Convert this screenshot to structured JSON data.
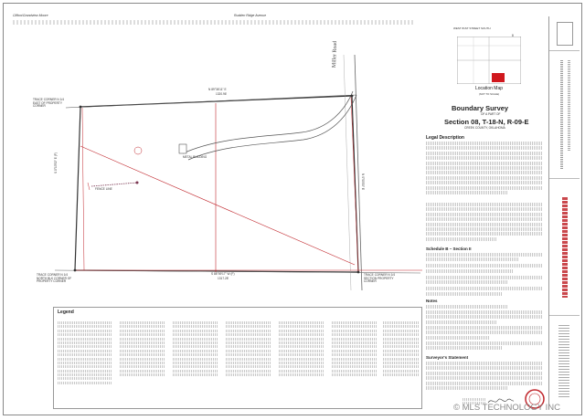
{
  "header": {
    "left_label": "Clifton/Grandview Moore",
    "center_label": "Rudden Ridge Avenue"
  },
  "location_map": {
    "road_top": "WEST 81ST STREET SOUTH",
    "section_num": "8",
    "caption": "Location Map",
    "sub_caption": "(NOT TO SCALE)"
  },
  "survey_title": {
    "title": "Boundary Survey",
    "of_part": "OF A PART OF",
    "section": "Section 08, T-18-N, R-09-E",
    "county": "CREEK COUNTY, OKLAHOMA"
  },
  "plat": {
    "road_name": "Miller Road",
    "north_bearing": "N 89°36'11\" E",
    "north_distance": "1320.96'",
    "south_bearing": "S 88°59'17\" W (F)",
    "south_distance": "1317.28'",
    "west_bearing": "S 0°13'52\" E (F)",
    "east_bearing": "N 0°00'00\" E",
    "corner_nw": "TRACE CORNER N 1/4 EAST OF PROPERTY CORNER",
    "corner_sw": "TRACE CORNER N 1/4 NORTH BLK CORNER OF PROPERTY CORNER",
    "corner_se": "TRACE CORNER N 1/4 SECTION PROPERTY CORNER",
    "building_label": "METAL BUILDING",
    "fence_label": "FENCE LINE"
  },
  "legal_description": {
    "heading": "Legal Description"
  },
  "schedule": {
    "heading": "Schedule B – Section II"
  },
  "notes": {
    "heading": "Notes"
  },
  "surveyor": {
    "heading": "Surveyor's Statement"
  },
  "legend": {
    "heading": "Legend"
  },
  "watermark": "© MLS TECHNOLOGY INC",
  "colors": {
    "boundary": "#333333",
    "easement": "#c1272d",
    "legend_symbol": "#7a3550",
    "locator_fill": "#d0181e"
  }
}
